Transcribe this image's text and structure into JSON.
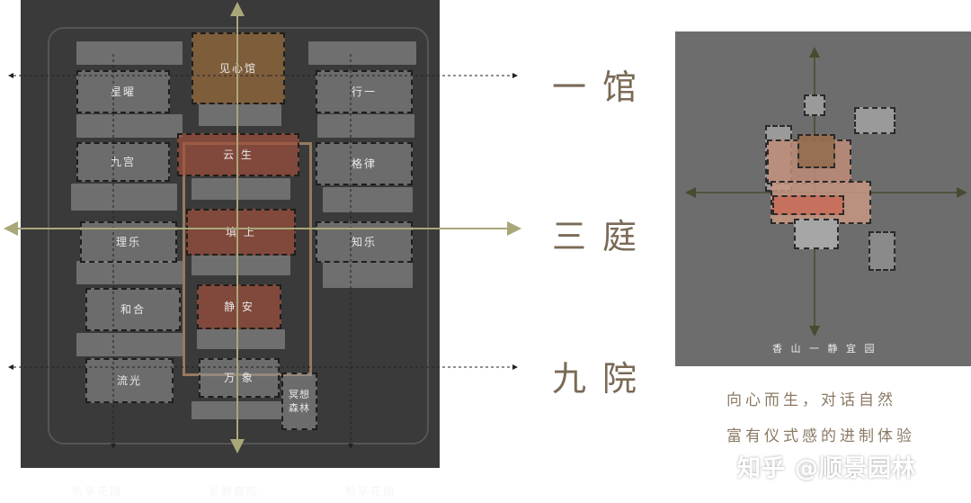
{
  "site_plan": {
    "zones": {
      "jianxinguan": "见心馆",
      "xingyao": "星曜",
      "xing": "行一",
      "yunsheng": "云 生",
      "jiuyi": "九宫",
      "gelv": "格律",
      "lile": "理乐",
      "tianshang": "填 上",
      "zhile": "知乐",
      "hehe": "和合",
      "jingan": "静 安",
      "liuguang": "流光",
      "wanxiang": "万 象",
      "mingxiang": "冥想森林"
    },
    "bottom_labels": [
      "私享花园",
      "长廊庭院",
      "私享花园"
    ]
  },
  "labels": {
    "yiguan": "一馆",
    "santing": "三庭",
    "jiuyuan": "九院"
  },
  "diagram": {
    "caption": "香 山 一 静 宜 园"
  },
  "captions": {
    "line1": "向心而生，对话自然",
    "line2": "富有仪式感的进制体验"
  },
  "watermark": "知乎 @顺景园林",
  "colors": {
    "axis": "#a9a77a",
    "brown_zone": "#96693c",
    "red_zone": "#a0503c",
    "label_text": "#7a6a55"
  }
}
